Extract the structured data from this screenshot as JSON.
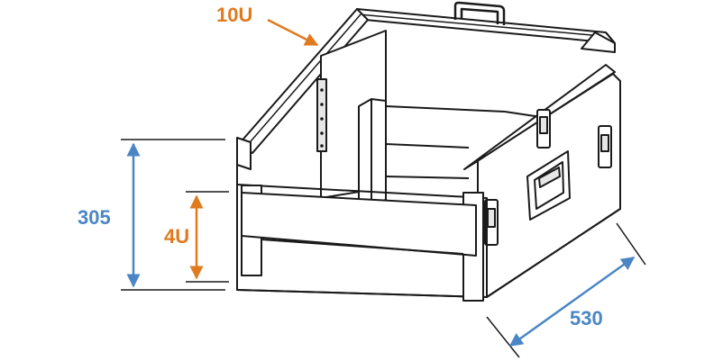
{
  "labels": {
    "top_rack": "10U",
    "height": "305",
    "bottom_rack": "4U",
    "depth": "530"
  },
  "colors": {
    "orange": "#e07a1f",
    "blue": "#4a86c5",
    "stroke": "#1a1a1a",
    "fill": "#ffffff",
    "shade": "#e6e6e6"
  }
}
